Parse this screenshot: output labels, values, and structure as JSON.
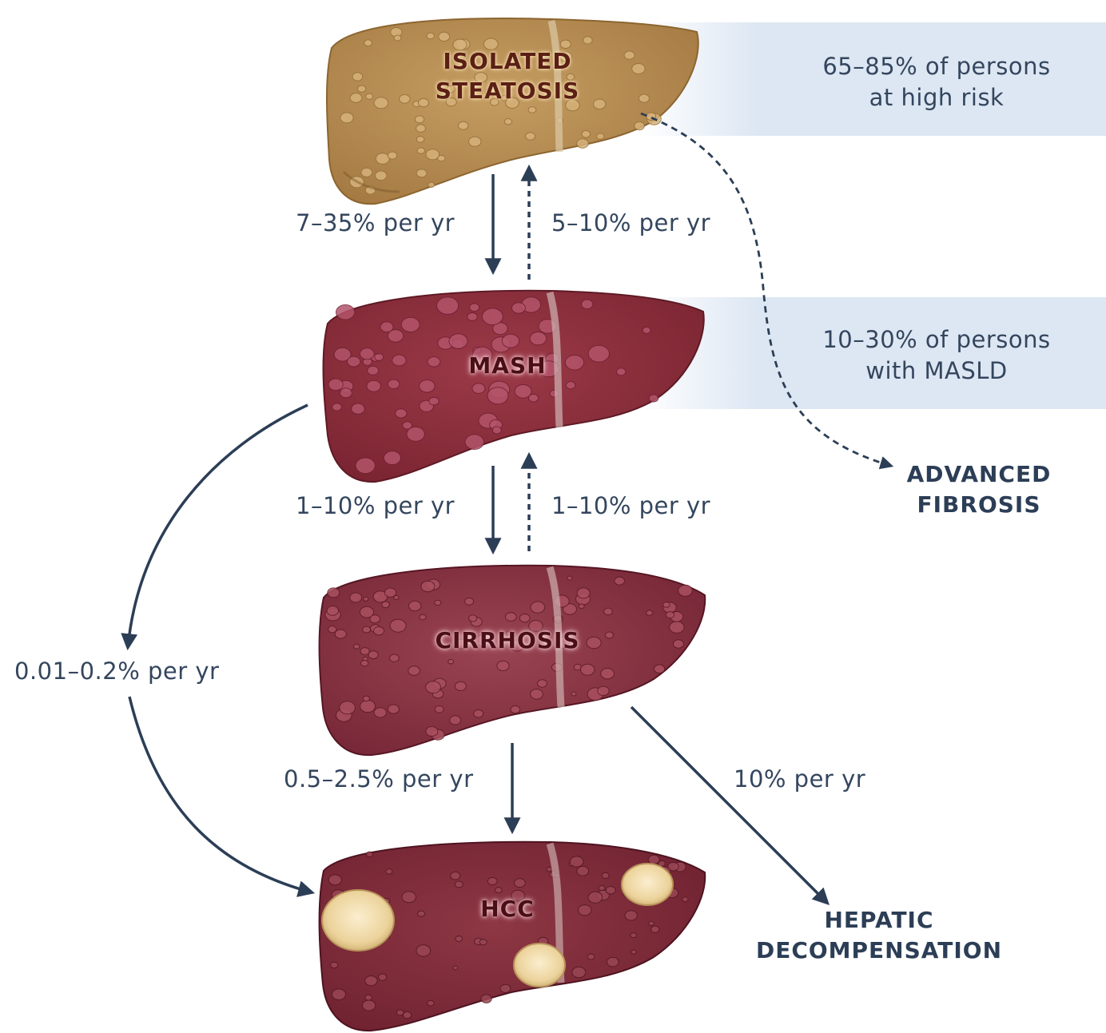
{
  "panels": [
    {
      "lines": [
        "65–85% of persons",
        "at high risk"
      ]
    },
    {
      "lines": [
        "10–30% of persons",
        "with MASLD"
      ]
    }
  ],
  "stages": [
    {
      "lines": [
        "ISOLATED",
        "STEATOSIS"
      ],
      "color": "#b89058"
    },
    {
      "lines": [
        "MASH"
      ],
      "color": "#8e2f3c"
    },
    {
      "lines": [
        "CIRRHOSIS"
      ],
      "color": "#86313e"
    },
    {
      "lines": [
        "HCC"
      ],
      "color": "#7e2a37"
    }
  ],
  "rates": {
    "steatosis_to_mash": "7–35% per yr",
    "mash_to_steatosis": "5–10% per yr",
    "mash_to_cirrhosis": "1–10% per yr",
    "cirrhosis_to_mash": "1–10% per yr",
    "mash_to_hcc": "0.01–0.2% per yr",
    "cirrhosis_to_hcc": "0.5–2.5% per yr",
    "cirrhosis_to_decompensation": "10% per yr"
  },
  "outcomes": {
    "advanced_fibrosis": [
      "ADVANCED",
      "FIBROSIS"
    ],
    "hepatic_decompensation": [
      "HEPATIC",
      "DECOMPENSATION"
    ]
  },
  "colors": {
    "arrow": "#2c3e56",
    "panel": "#dde7f3",
    "tumor": "#f0dcab",
    "steatosis_liver": "#b89058",
    "diseased_liver": "#8e2f3c"
  }
}
